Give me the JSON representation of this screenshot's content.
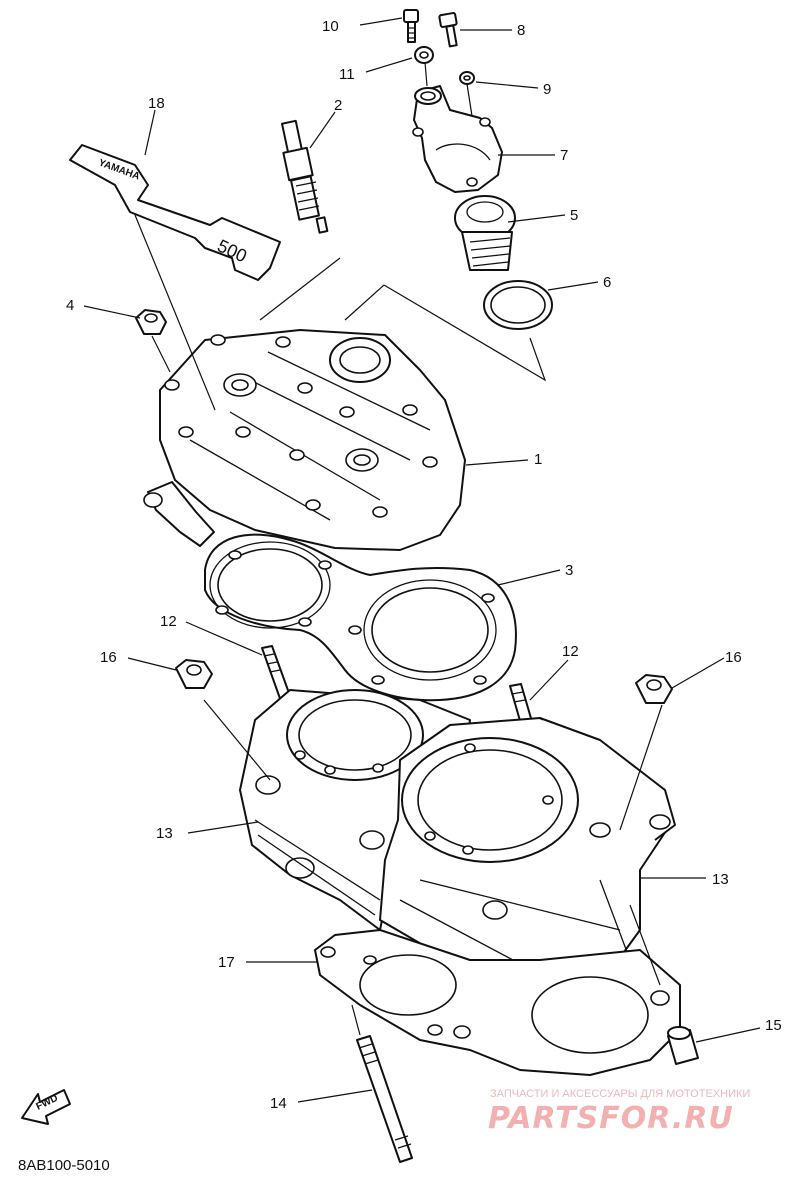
{
  "diagram": {
    "labels": [
      "1",
      "2",
      "3",
      "4",
      "5",
      "6",
      "7",
      "8",
      "9",
      "10",
      "11",
      "12",
      "12",
      "13",
      "13",
      "14",
      "15",
      "16",
      "16",
      "17",
      "18"
    ],
    "diagram_code": "8AB100-5010",
    "fwd_arrow_text": "FWD",
    "decal_text": "YAMAHA",
    "decal_number": "500"
  },
  "watermark": {
    "top_text": "ЗАПЧАСТИ И АКСЕССУАРЫ ДЛЯ МОТОТЕХНИКИ",
    "main_text": "PARTSFOR.RU"
  }
}
